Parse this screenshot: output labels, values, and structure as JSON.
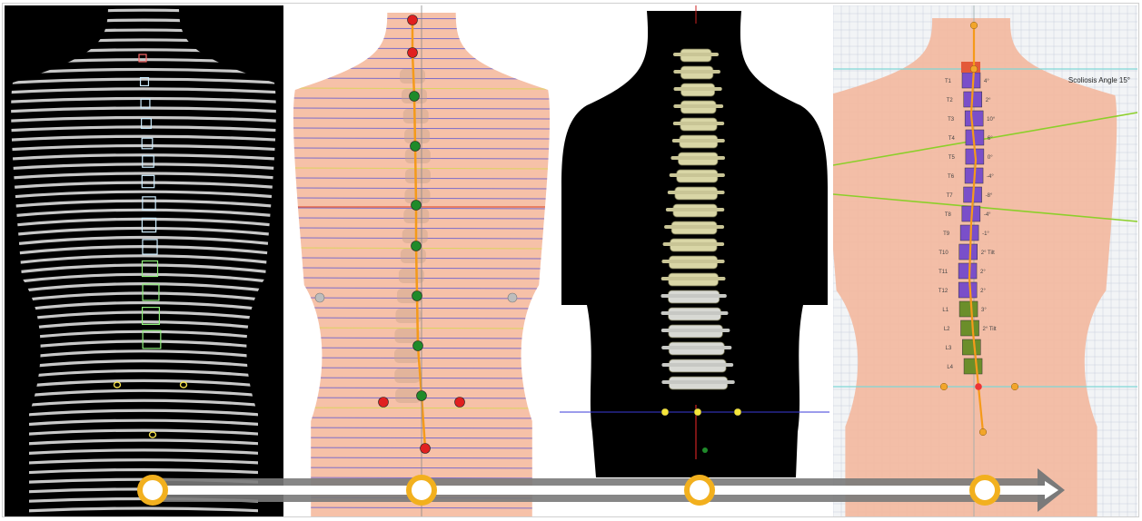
{
  "panels": [
    {
      "id": "fringe-projection"
    },
    {
      "id": "surface-landmarks"
    },
    {
      "id": "spine-reconstruction"
    },
    {
      "id": "vertebra-analysis"
    }
  ],
  "vertebra_analysis": {
    "angle_label": "Scoliosis Angle  15°",
    "levels": [
      "T1",
      "T2",
      "T3",
      "T4",
      "T5",
      "T6",
      "T7",
      "T8",
      "T9",
      "T10",
      "T11",
      "T12",
      "L1",
      "L2",
      "L3",
      "L4"
    ],
    "rotation_labels": [
      "4°",
      "2°",
      "10°",
      "6°",
      "0°",
      "-4°",
      "-8°",
      "-4°",
      "-1°",
      "2° Tilt",
      "2°",
      "2°",
      "3°",
      "2° Tilt"
    ]
  },
  "colors": {
    "skin": "#f6c1a8",
    "spine_line": "#f59a1a",
    "thoracic": "#7a4fc9",
    "lumbar": "#6b8e2a",
    "landmark_red": "#e02020",
    "landmark_green": "#1f8a2a",
    "timeline_arrow": "#7a7a7a",
    "timeline_node": "#f2b01e"
  },
  "timeline": {
    "nodes": 4
  }
}
